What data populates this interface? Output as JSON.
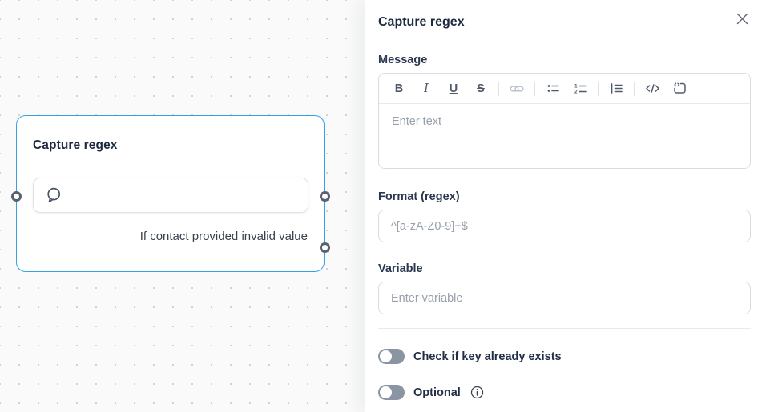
{
  "colors": {
    "accent_blue": "#38a0e6",
    "canvas_bg": "#fafafa",
    "panel_bg": "#ffffff",
    "title_text": "#1c2940",
    "placeholder_text": "#98a0ac",
    "toggle_off_track": "#8b94a3"
  },
  "canvas": {
    "node": {
      "title": "Capture regex",
      "branch_label": "If contact provided invalid value",
      "ports": [
        "input-left",
        "output-right",
        "output-branch"
      ]
    }
  },
  "panel": {
    "title": "Capture regex",
    "close_icon": "close",
    "message": {
      "label": "Message",
      "placeholder": "Enter text",
      "toolbar": {
        "bold": "Bold",
        "bold_glyph": "B",
        "italic": "Italic",
        "italic_glyph": "I",
        "underline": "Underline",
        "underline_glyph": "U",
        "strikethrough": "Strikethrough",
        "strikethrough_glyph": "S",
        "link": "Link",
        "bulleted_list": "Bulleted list",
        "numbered_list": "Numbered list",
        "blockquote": "Blockquote",
        "code": "Code",
        "code_block": "Code block"
      }
    },
    "format": {
      "label": "Format (regex)",
      "placeholder": "^[a-zA-Z0-9]+$"
    },
    "variable": {
      "label": "Variable",
      "placeholder": "Enter variable"
    },
    "toggles": [
      {
        "label": "Check if key already exists",
        "state": "off"
      },
      {
        "label": "Optional",
        "state": "off",
        "has_info": true
      }
    ]
  }
}
